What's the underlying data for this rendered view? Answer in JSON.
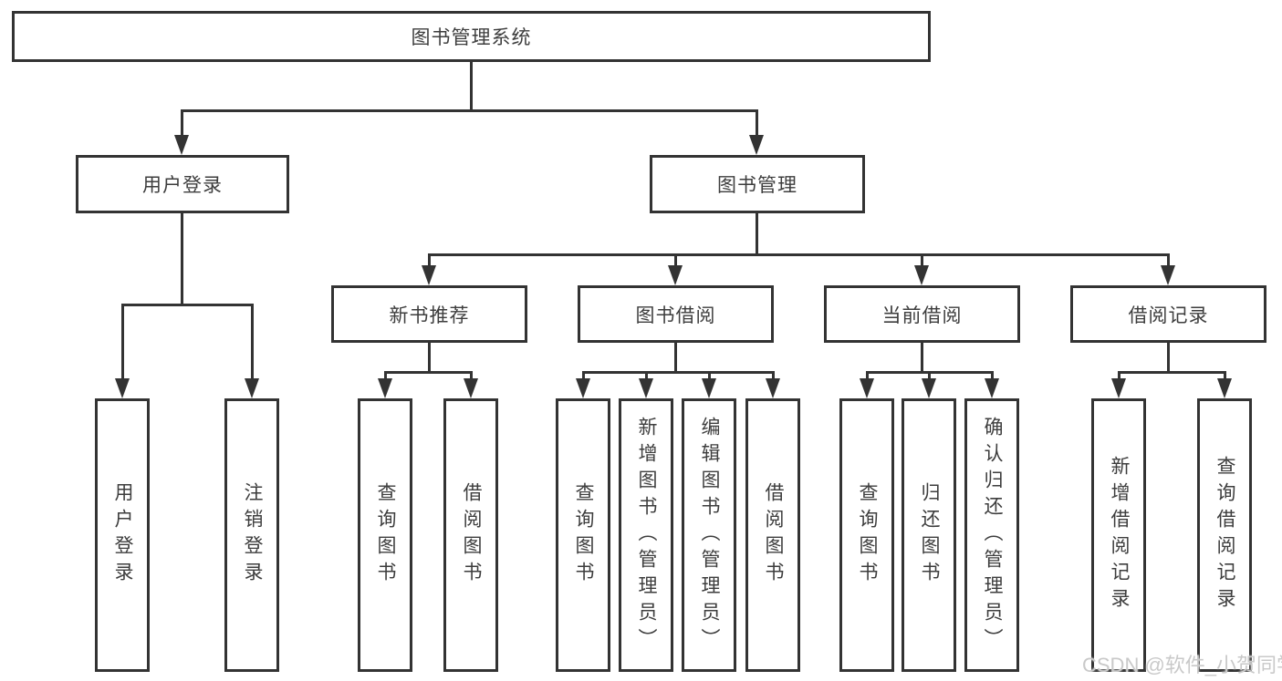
{
  "title": "图书管理系统",
  "watermark": "CSDN @软件_小贺同学",
  "colors": {
    "line": "#333333",
    "text": "#3d3d3d",
    "background": "#ffffff",
    "watermark": "#c9c9c9"
  },
  "nodes": {
    "root": {
      "label": "图书管理系统"
    },
    "level2": [
      {
        "label": "用户登录",
        "parent": "图书管理系统"
      },
      {
        "label": "图书管理",
        "parent": "图书管理系统"
      }
    ],
    "level3": [
      {
        "label": "新书推荐",
        "parent": "图书管理"
      },
      {
        "label": "图书借阅",
        "parent": "图书管理"
      },
      {
        "label": "当前借阅",
        "parent": "图书管理"
      },
      {
        "label": "借阅记录",
        "parent": "图书管理"
      }
    ],
    "leaves": [
      {
        "label": "用户登录",
        "parent": "用户登录"
      },
      {
        "label": "注销登录",
        "parent": "用户登录"
      },
      {
        "label": "查询图书",
        "parent": "新书推荐"
      },
      {
        "label": "借阅图书",
        "parent": "新书推荐"
      },
      {
        "label": "查询图书",
        "parent": "图书借阅"
      },
      {
        "label": "新增图书（管理员）",
        "parent": "图书借阅"
      },
      {
        "label": "编辑图书（管理员）",
        "parent": "图书借阅"
      },
      {
        "label": "借阅图书",
        "parent": "图书借阅"
      },
      {
        "label": "查询图书",
        "parent": "当前借阅"
      },
      {
        "label": "归还图书",
        "parent": "当前借阅"
      },
      {
        "label": "确认归还（管理员）",
        "parent": "当前借阅"
      },
      {
        "label": "新增借阅记录",
        "parent": "借阅记录"
      },
      {
        "label": "查询借阅记录",
        "parent": "借阅记录"
      }
    ]
  }
}
